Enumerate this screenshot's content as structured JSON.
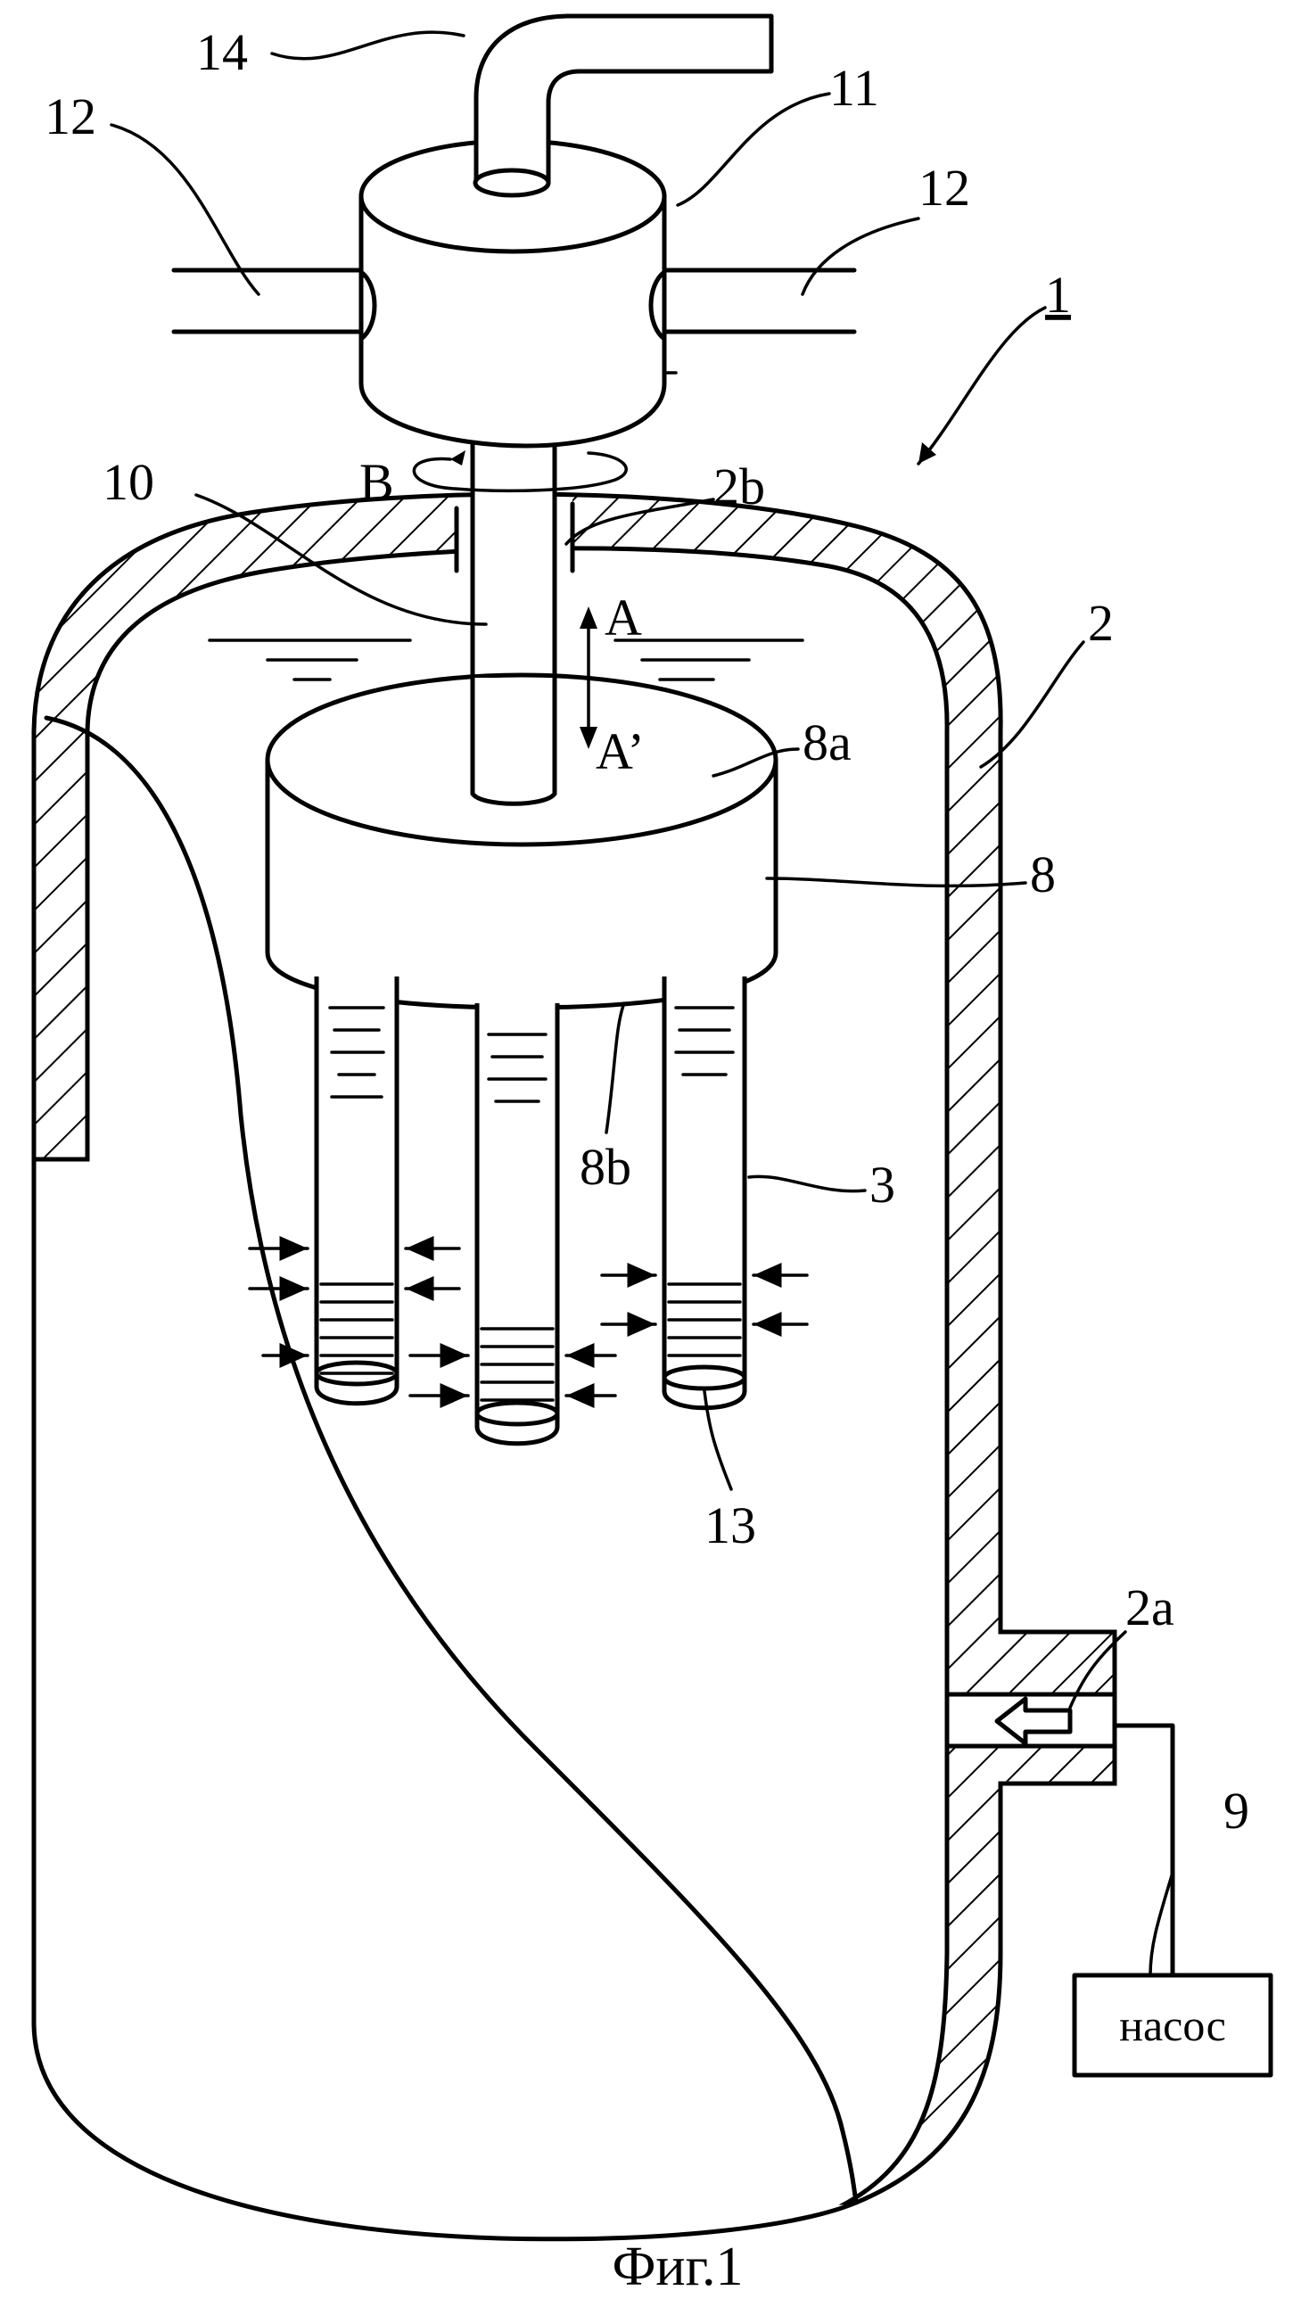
{
  "figure": {
    "caption": "Фиг.1",
    "pump_label": "насос",
    "labels": {
      "apparatus": "1",
      "vessel": "2",
      "outlet": "2a",
      "shaft_opening": "2b",
      "membrane_tubes": "3",
      "header": "8",
      "header_top": "8a",
      "header_bottom": "8b",
      "pump": "9",
      "shaft": "10",
      "rotary_joint": "11",
      "pipe_left": "12",
      "pipe_right": "12",
      "tube_end": "13",
      "discharge_pipe": "14",
      "motion_up": "A",
      "motion_down": "A’",
      "rotation": "B"
    }
  }
}
